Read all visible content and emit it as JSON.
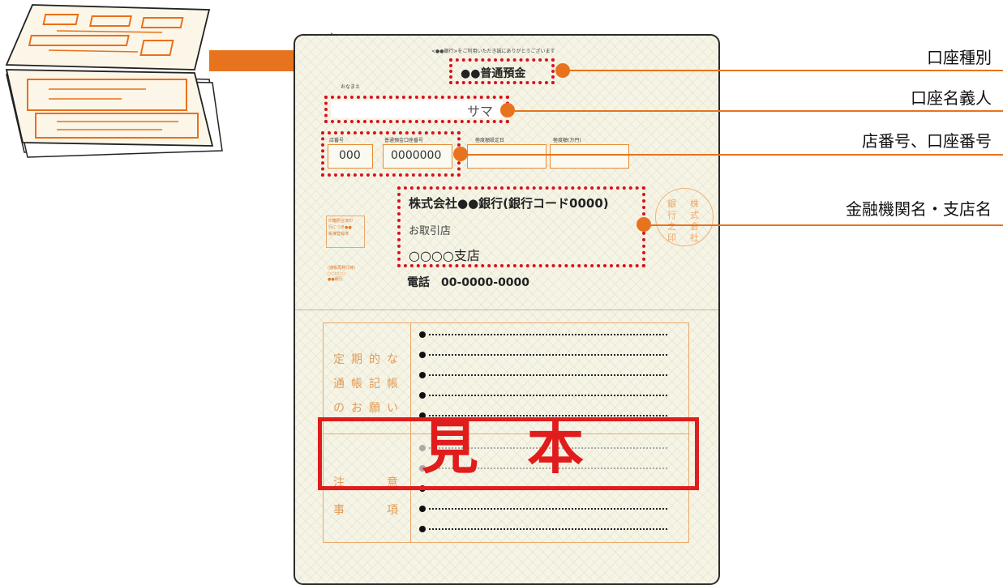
{
  "passbook": {
    "header_tiny": "<●●銀行>をご利用いただき誠にありがとうございます",
    "name_tiny": "おなまえ",
    "account_type": "●●普通預金",
    "account_holder": "サマ",
    "branch_no_label": "店番号",
    "branch_no": "000",
    "account_no_label": "普通預金口座番号",
    "account_no": "0000000",
    "limit_date_label": "極度額設定日",
    "limit_amount_label": "極度額(万円)",
    "bank_name": "株式会社●●銀行(銀行コード0000)",
    "branch_label": "お取引店",
    "branch_name": "○○○○支店",
    "phone": "電話　00-0000-0000",
    "small_box_lines": [
      "印鑑照合済印",
      "行につき●●",
      "帳簿登録済"
    ],
    "small_lines": [
      "(通帳再発行時)",
      "○○○○○",
      "●●銀行"
    ],
    "seal_chars": [
      "銀",
      "株",
      "行",
      "式",
      "之",
      "会",
      "印",
      "社"
    ],
    "request_title": "定期的な通帳記帳のお願い",
    "notes_title": "注意事項",
    "request_col1": "定期的な",
    "request_col2": "通帳記帳",
    "request_col3": "のお願い",
    "notes_col1": "注　　意",
    "notes_col2": "事　　項",
    "sample": "見本"
  },
  "callouts": [
    {
      "label": "口座種別"
    },
    {
      "label": "口座名義人"
    },
    {
      "label": "店番号、口座番号"
    },
    {
      "label": "金融機関名・支店名"
    }
  ],
  "colors": {
    "accent": "#e8731e",
    "sample_red": "#e01c1c",
    "dotted_red": "#d8121e"
  },
  "icons": [
    "passbook-illustration",
    "right-arrow-icon"
  ]
}
